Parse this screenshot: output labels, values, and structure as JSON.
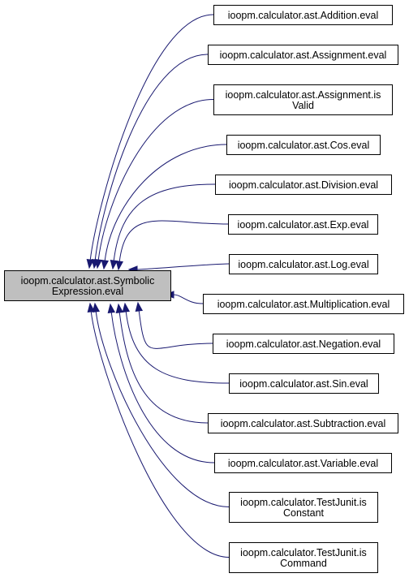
{
  "source": {
    "lines": [
      "ioopm.calculator.ast.Symbolic",
      "Expression.eval"
    ],
    "fill": "#bfbfbf"
  },
  "targets": [
    {
      "lines": [
        "ioopm.calculator.ast.Addition.eval"
      ]
    },
    {
      "lines": [
        "ioopm.calculator.ast.Assignment.eval"
      ]
    },
    {
      "lines": [
        "ioopm.calculator.ast.Assignment.is",
        "Valid"
      ]
    },
    {
      "lines": [
        "ioopm.calculator.ast.Cos.eval"
      ]
    },
    {
      "lines": [
        "ioopm.calculator.ast.Division.eval"
      ]
    },
    {
      "lines": [
        "ioopm.calculator.ast.Exp.eval"
      ]
    },
    {
      "lines": [
        "ioopm.calculator.ast.Log.eval"
      ]
    },
    {
      "lines": [
        "ioopm.calculator.ast.Multiplication.eval"
      ]
    },
    {
      "lines": [
        "ioopm.calculator.ast.Negation.eval"
      ]
    },
    {
      "lines": [
        "ioopm.calculator.ast.Sin.eval"
      ]
    },
    {
      "lines": [
        "ioopm.calculator.ast.Subtraction.eval"
      ]
    },
    {
      "lines": [
        "ioopm.calculator.ast.Variable.eval"
      ]
    },
    {
      "lines": [
        "ioopm.calculator.TestJunit.is",
        "Constant"
      ]
    },
    {
      "lines": [
        "ioopm.calculator.TestJunit.is",
        "Command"
      ]
    }
  ],
  "edge_color": "#191970",
  "node_border": "#000000"
}
